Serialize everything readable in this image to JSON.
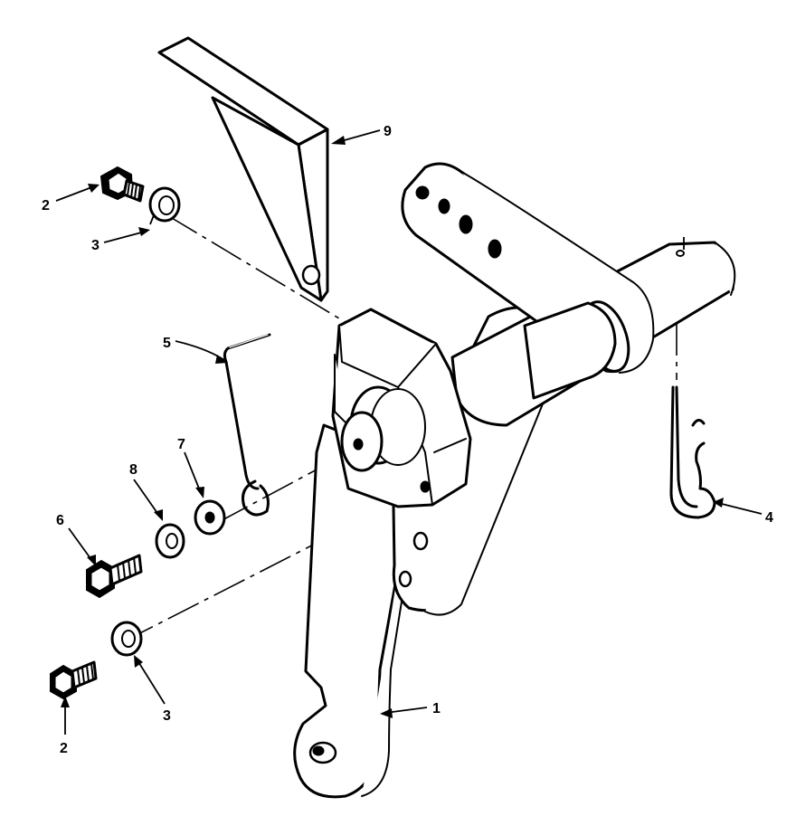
{
  "callouts": {
    "c1": "1",
    "c2_upper": "2",
    "c2_lower": "2",
    "c3_upper": "3",
    "c3_lower": "3",
    "c4": "4",
    "c5": "5",
    "c6": "6",
    "c7": "7",
    "c8": "8",
    "c9": "9"
  },
  "colors": {
    "ink": "#000000",
    "paper": "#ffffff"
  }
}
